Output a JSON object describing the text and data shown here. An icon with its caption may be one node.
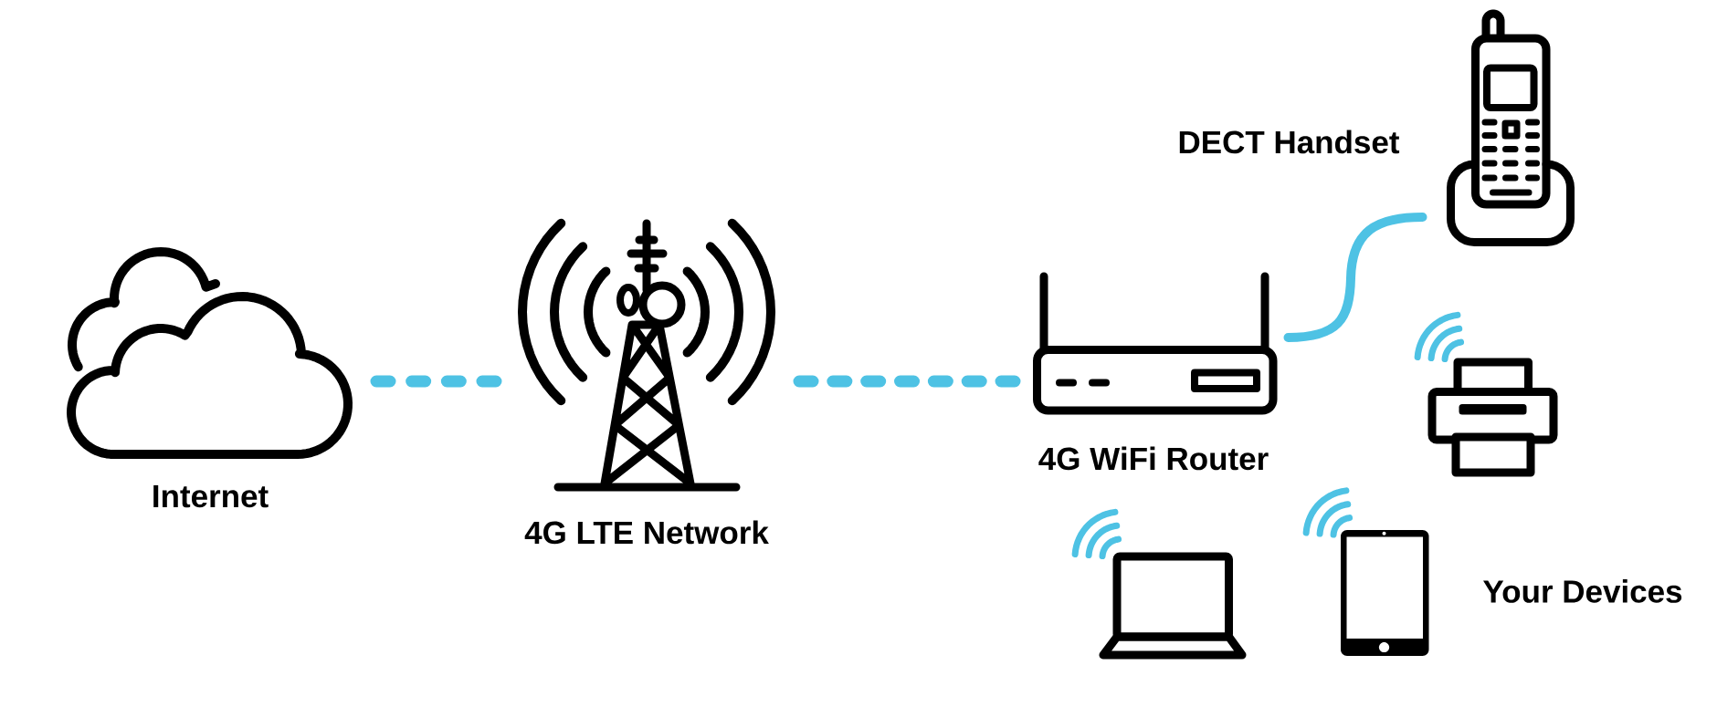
{
  "diagram": {
    "nodes": [
      {
        "text": [
          "Internet"
        ]
      },
      {
        "text": [
          "4G LTE Network"
        ]
      },
      {
        "text": [
          "4G WiFi Router"
        ]
      },
      {
        "text": [
          "DECT Handset"
        ]
      },
      {
        "text": [],
        "shape": "picture"
      },
      {
        "text": [],
        "shape": "picture"
      },
      {
        "text": [],
        "shape": "picture"
      }
    ],
    "edges": [
      {
        "from": 0,
        "to": 1,
        "arrow": "none",
        "style": "dashed"
      },
      {
        "from": 1,
        "to": 2,
        "arrow": "none",
        "style": "dashed"
      },
      {
        "from": 2,
        "to": 3,
        "arrow": "none"
      }
    ],
    "labels": [
      "Your Devices"
    ]
  }
}
